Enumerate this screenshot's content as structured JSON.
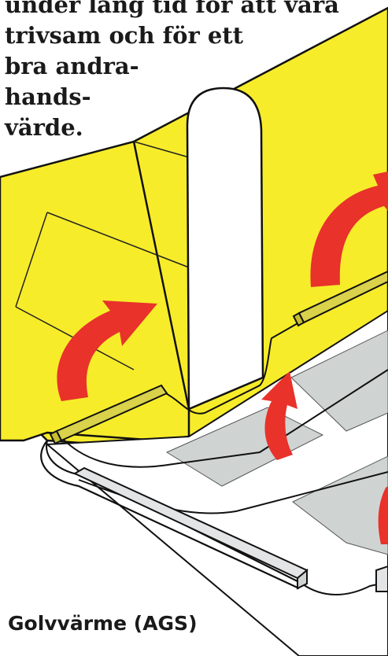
{
  "intro_text": {
    "line1": "under lång tid för att vara",
    "line2": "trivsam och för ett",
    "line3": "bra andra-",
    "line4": "hands-",
    "line5": "värde."
  },
  "caption": "Golvvärme (AGS)",
  "colors": {
    "wall": "#f7ec2a",
    "window": "#ffffff",
    "floor": "#ffffff",
    "heating_panel": "#cfd4d3",
    "arrow": "#e8322a",
    "radiator": "#d9d24a",
    "pipe": "#c7cacb",
    "outline": "#111111"
  },
  "icons": [
    "heat-flow-arrow-icon",
    "wall-radiator-icon",
    "floor-heating-panel-icon"
  ]
}
